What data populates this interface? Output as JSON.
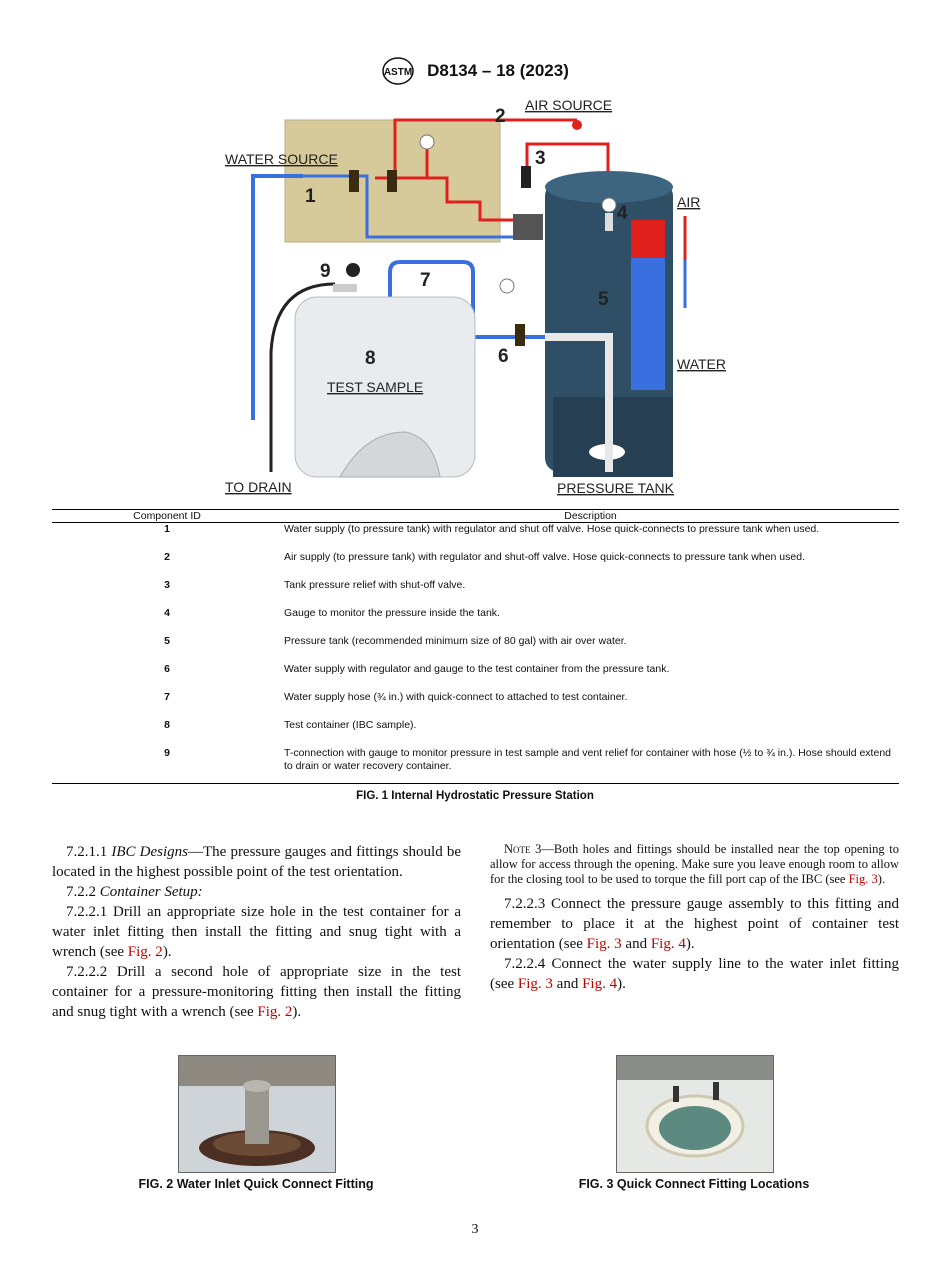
{
  "header": {
    "logo_text": "ASTM",
    "code": "D8134 – 18 (2023)"
  },
  "diagram": {
    "labels": {
      "water_source": "WATER SOURCE",
      "air_source": "AIR SOURCE",
      "air": "AIR",
      "water": "WATER",
      "to_drain": "TO DRAIN",
      "pressure_tank": "PRESSURE TANK",
      "test_sample": "TEST SAMPLE"
    },
    "numbers": [
      "1",
      "2",
      "3",
      "4",
      "5",
      "6",
      "7",
      "8",
      "9"
    ],
    "colors": {
      "water_line": "#3a6fe0",
      "air_line": "#e0201c",
      "tank": "#2f4f66",
      "panel": "#d6ca9a",
      "drain_line": "#222222"
    }
  },
  "table": {
    "headers": [
      "Component ID",
      "Description"
    ],
    "rows": [
      {
        "id": "1",
        "desc": "Water supply (to pressure tank) with regulator and shut off valve. Hose quick-connects to pressure tank when used."
      },
      {
        "id": "2",
        "desc": "Air supply (to pressure tank) with regulator and shut-off valve. Hose quick-connects to pressure tank when used."
      },
      {
        "id": "3",
        "desc": "Tank pressure relief with shut-off valve."
      },
      {
        "id": "4",
        "desc": "Gauge to monitor the pressure inside the tank."
      },
      {
        "id": "5",
        "desc": "Pressure tank (recommended minimum size of 80 gal) with air over water."
      },
      {
        "id": "6",
        "desc": "Water supply with regulator and gauge to the test container from the pressure tank."
      },
      {
        "id": "7",
        "desc": "Water supply hose (¾ in.) with quick-connect to attached to test container."
      },
      {
        "id": "8",
        "desc": "Test container (IBC sample)."
      },
      {
        "id": "9",
        "desc": "T-connection with gauge to monitor pressure in test sample and vent relief for container with hose (½ to ¾ in.). Hose should extend to drain or water recovery container."
      }
    ]
  },
  "fig1_caption": "FIG. 1 Internal Hydrostatic Pressure Station",
  "left_col": {
    "p1_num": "7.2.1.1",
    "p1_italic": "IBC Designs",
    "p1_text": "—The pressure gauges and fittings should be located in the highest possible point of the test orientation.",
    "p2_num": "7.2.2",
    "p2_italic": "Container Setup:",
    "p3_text": "7.2.2.1 Drill an appropriate size hole in the test container for a water inlet fitting then install the fitting and snug tight with a wrench (see ",
    "p3_ref": "Fig. 2",
    "p3_end": ").",
    "p4_text": "7.2.2.2 Drill a second hole of appropriate size in the test container for a pressure-monitoring fitting then install the fitting and snug tight with a wrench (see ",
    "p4_ref": "Fig. 2",
    "p4_end": ")."
  },
  "right_col": {
    "note_label": "Note 3",
    "note_text": "—Both holes and fittings should be installed near the top opening to allow for access through the opening. Make sure you leave enough room to allow for the closing tool to be used to torque the fill port cap of the IBC (see ",
    "note_ref": "Fig. 3",
    "note_end": ").",
    "p1_text": "7.2.2.3 Connect the pressure gauge assembly to this fitting and remember to place it at the highest point of container test orientation (see ",
    "p1_ref1": "Fig. 3",
    "p1_and": " and ",
    "p1_ref2": "Fig. 4",
    "p1_end": ").",
    "p2_text": "7.2.2.4 Connect the water supply line to the water inlet fitting (see ",
    "p2_ref1": "Fig. 3",
    "p2_and": " and ",
    "p2_ref2": "Fig. 4",
    "p2_end": ")."
  },
  "fig2_caption": "FIG. 2 Water Inlet Quick Connect Fitting",
  "fig3_caption": "FIG. 3 Quick Connect Fitting Locations",
  "page_number": "3"
}
